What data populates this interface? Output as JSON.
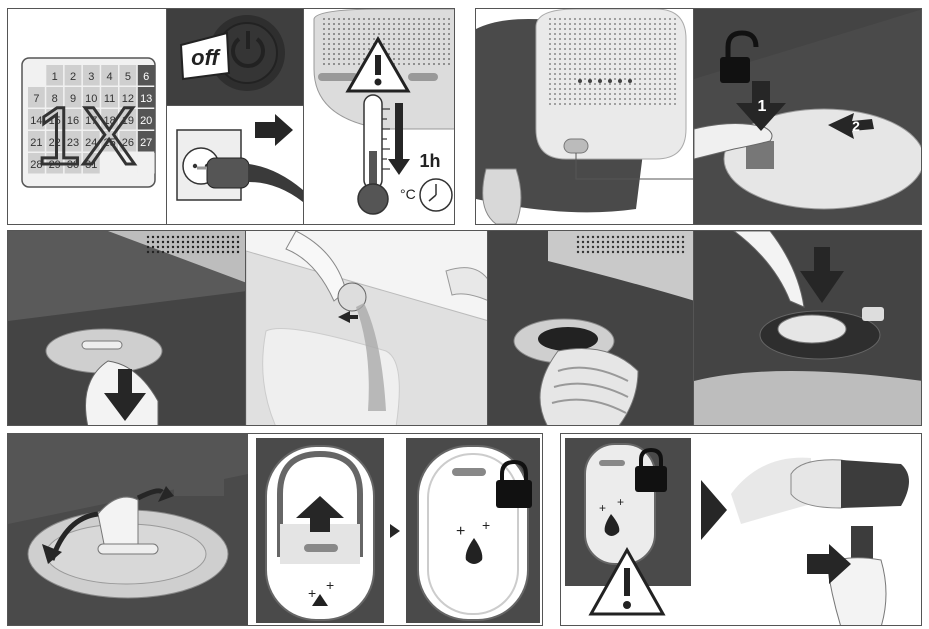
{
  "steps": {
    "frequency": {
      "multiplier": "1X",
      "calendar": {
        "rows": [
          [
            "",
            "1",
            "2",
            "3",
            "4",
            "5",
            "6"
          ],
          [
            "7",
            "8",
            "9",
            "10",
            "11",
            "12",
            "13"
          ],
          [
            "14",
            "15",
            "16",
            "17",
            "18",
            "19",
            "20"
          ],
          [
            "21",
            "22",
            "23",
            "24",
            "25",
            "26",
            "27"
          ],
          [
            "28",
            "29",
            "30",
            "31",
            "",
            "",
            ""
          ]
        ]
      }
    },
    "power": {
      "off_label": "off"
    },
    "cooldown": {
      "unit_label": "°C",
      "duration_label": "1h"
    },
    "unlock": {
      "step_1": "1",
      "step_2": "2"
    }
  },
  "colors": {
    "device_dark": "#4a4a4a",
    "device_light": "#f2f2f2",
    "panel_bg": "#e9e9e9",
    "arrow": "#262626",
    "border": "#555555"
  },
  "icons": [
    "calendar-icon",
    "power-button-icon",
    "wall-socket-icon",
    "plug-icon",
    "warning-triangle-icon",
    "thermometer-icon",
    "clock-icon",
    "padlock-open-icon",
    "padlock-closed-icon",
    "water-drop-icon",
    "sparkle-icon",
    "arrow-icon",
    "play-arrow-icon"
  ]
}
